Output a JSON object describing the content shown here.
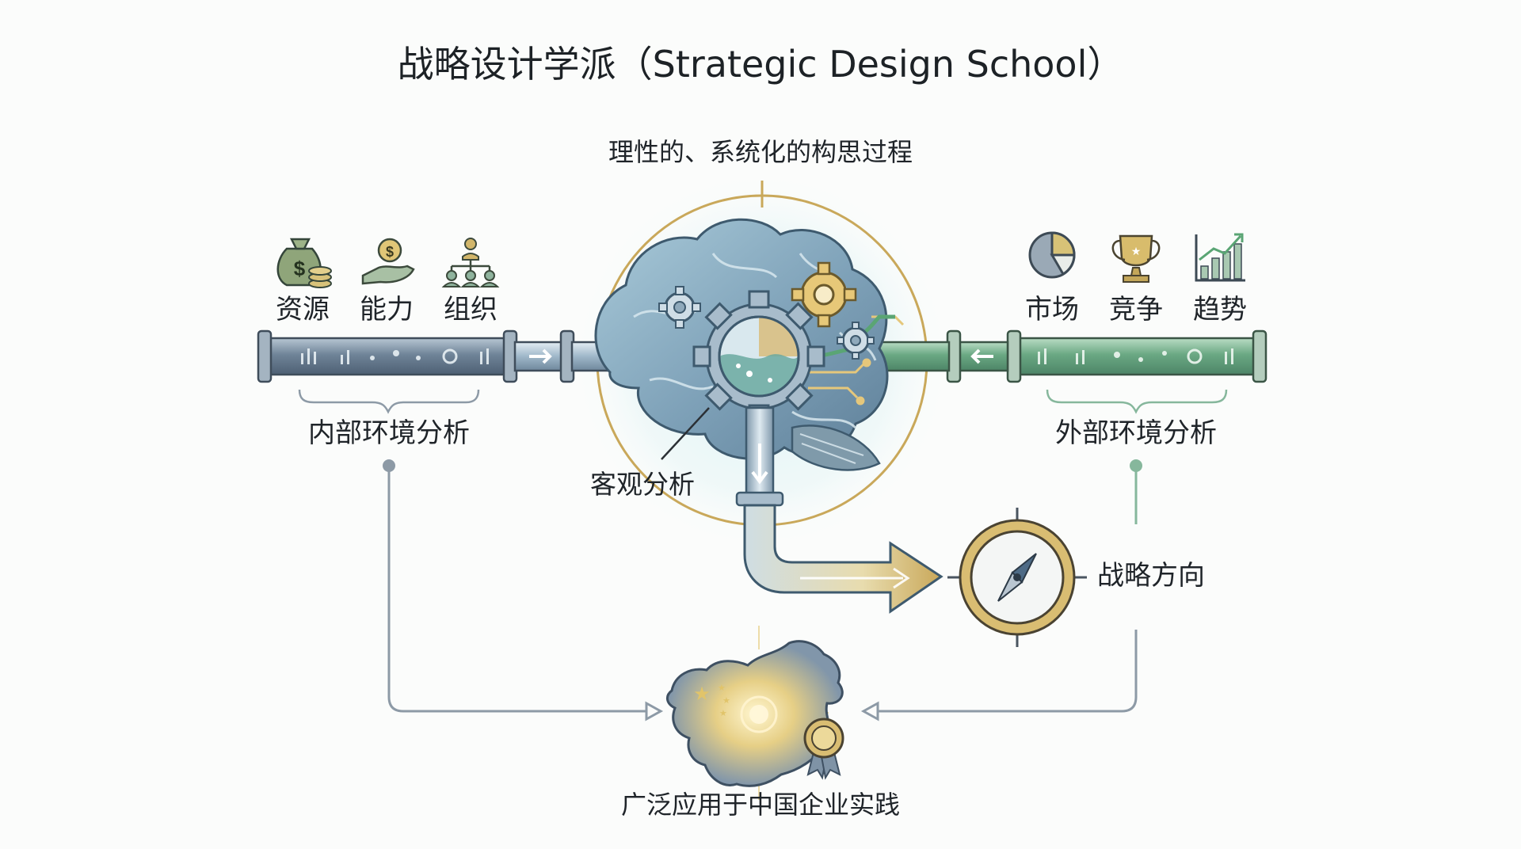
{
  "title": "战略设计学派（Strategic Design School）",
  "subtitle": "理性的、系统化的构思过程",
  "internal": {
    "items": [
      {
        "label": "资源",
        "icon": "money-bag-icon"
      },
      {
        "label": "能力",
        "icon": "hand-coin-icon"
      },
      {
        "label": "组织",
        "icon": "org-chart-icon"
      }
    ],
    "label": "内部环境分析"
  },
  "external": {
    "items": [
      {
        "label": "市场",
        "icon": "pie-chart-icon"
      },
      {
        "label": "竞争",
        "icon": "trophy-icon"
      },
      {
        "label": "趋势",
        "icon": "growth-chart-icon"
      }
    ],
    "label": "外部环境分析"
  },
  "center": {
    "icon": "brain-gears-icon",
    "label": "客观分析"
  },
  "output": {
    "icon": "compass-icon",
    "label": "战略方向"
  },
  "practice": {
    "icon": "china-map-icon",
    "badge_icon": "award-medal-icon",
    "label": "广泛应用于中国企业实践"
  },
  "colors": {
    "internal_pipe": "#7f93a6",
    "external_pipe": "#7fb494",
    "accent_gold": "#c9a85a",
    "line_gray": "#8d9aa6",
    "line_green": "#86b79c",
    "glow": "#bfe6ec"
  }
}
